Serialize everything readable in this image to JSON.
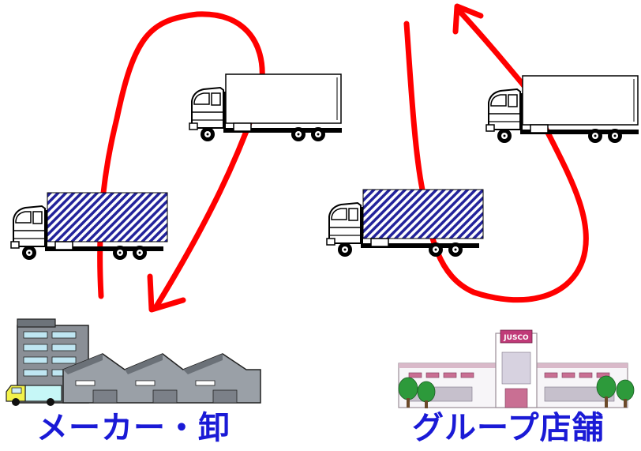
{
  "labels": {
    "maker": "メーカー・卸",
    "store": "グループ店舗"
  },
  "store_sign": "JUSCO",
  "trucks": [
    {
      "name": "truck-loaded-left",
      "cargo": "loaded"
    },
    {
      "name": "truck-empty-top-left",
      "cargo": "empty"
    },
    {
      "name": "truck-loaded-center",
      "cargo": "loaded"
    },
    {
      "name": "truck-empty-top-right",
      "cargo": "empty"
    }
  ],
  "colors": {
    "arrow": "#ff0000",
    "label_text": "#1a1ad6",
    "cargo_stripe": "#23239b"
  }
}
